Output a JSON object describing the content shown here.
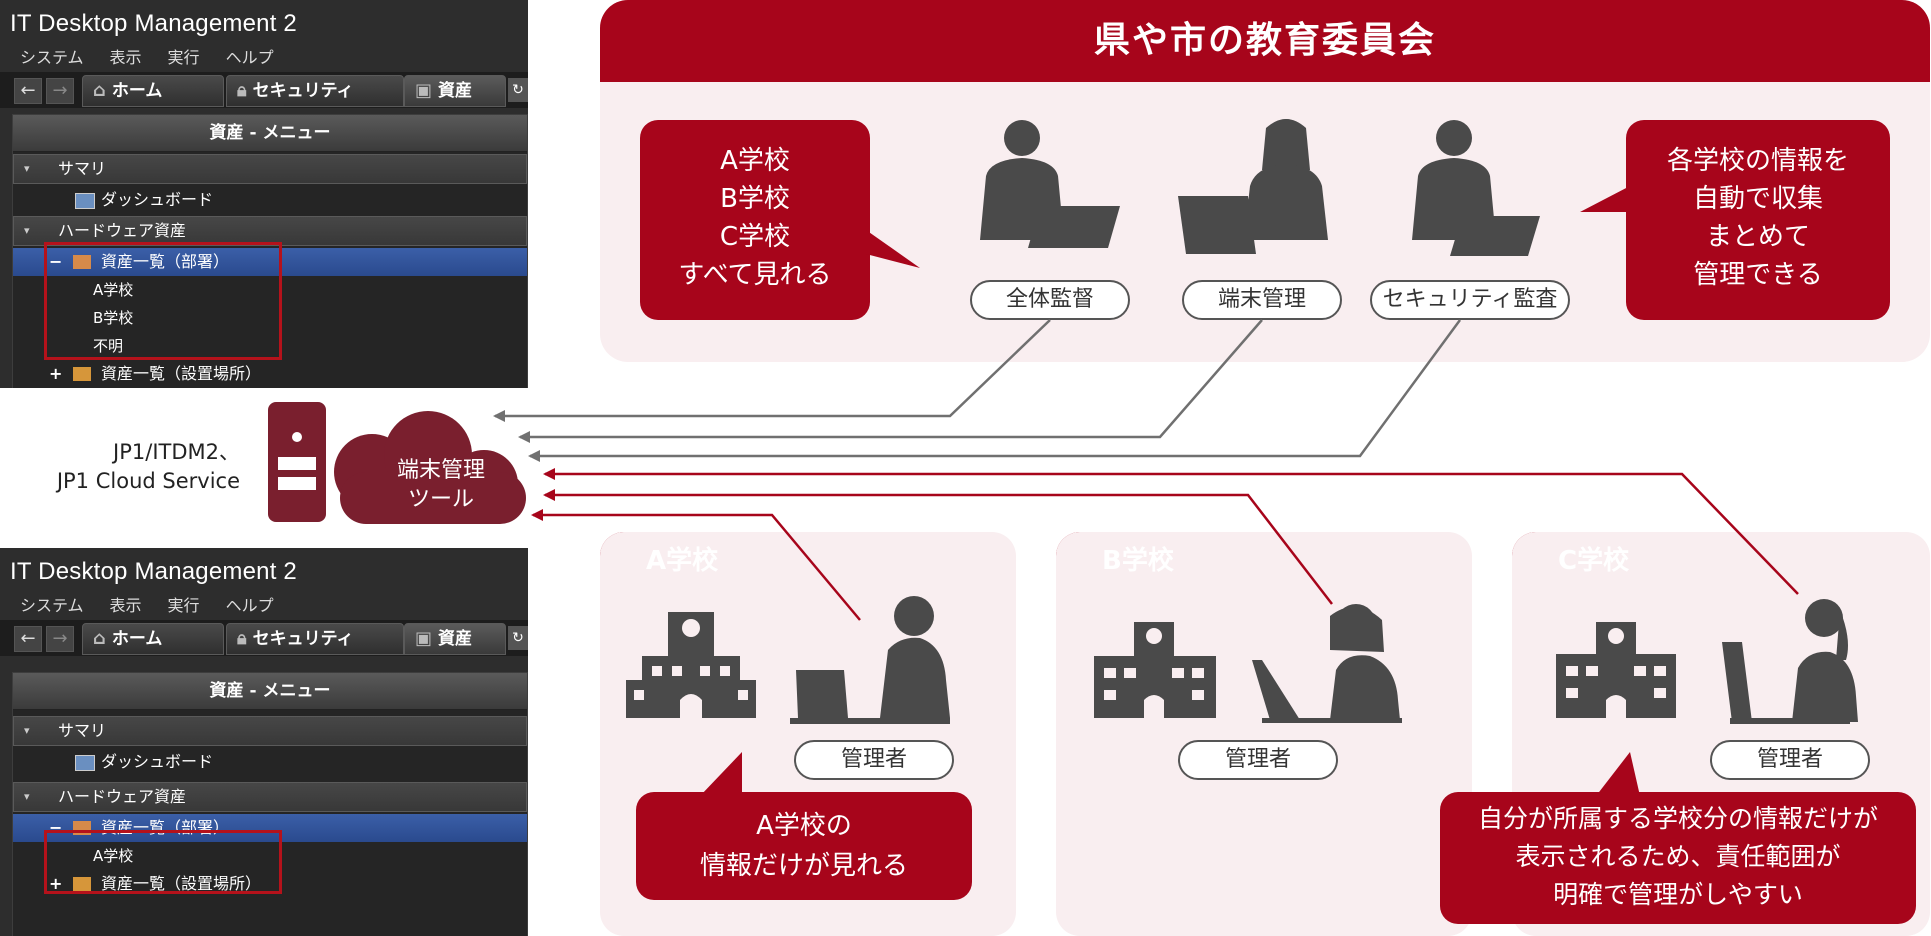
{
  "app_top": {
    "title": "IT Desktop Management 2",
    "menu": [
      "システム",
      "表示",
      "実行",
      "ヘルプ"
    ],
    "tabs": [
      "ホーム",
      "セキュリティ",
      "資産"
    ],
    "panel_title": "資産 - メニュー",
    "summary": "サマリ",
    "dashboard": "ダッシュボード",
    "hardware": "ハードウェア資産",
    "asset_dept": "資産一覧（部署）",
    "dept_items": [
      "A学校",
      "B学校",
      "不明"
    ],
    "asset_location": "資産一覧（設置場所）"
  },
  "app_bottom": {
    "title": "IT Desktop Management 2",
    "menu": [
      "システム",
      "表示",
      "実行",
      "ヘルプ"
    ],
    "tabs": [
      "ホーム",
      "セキュリティ",
      "資産"
    ],
    "panel_title": "資産 - メニュー",
    "summary": "サマリ",
    "dashboard": "ダッシュボード",
    "hardware": "ハードウェア資産",
    "asset_dept": "資産一覧（部署）",
    "dept_items": [
      "A学校"
    ],
    "asset_location": "資産一覧（設置場所）"
  },
  "tool": {
    "label_lines": [
      "JP1/ITDM2、",
      "JP1 Cloud Service"
    ],
    "cloud_lines": [
      "端末管理",
      "ツール"
    ]
  },
  "council": {
    "title": "県や市の教育委員会",
    "left_bubble": [
      "A学校",
      "B学校",
      "C学校",
      "すべて見れる"
    ],
    "right_bubble": [
      "各学校の情報を",
      "自動で収集",
      "まとめて",
      "管理できる"
    ],
    "roles": [
      "全体監督",
      "端末管理",
      "セキュリティ監査"
    ]
  },
  "schools": [
    {
      "name": "A学校",
      "role": "管理者",
      "bubble": [
        "A学校の",
        "情報だけが見れる"
      ]
    },
    {
      "name": "B学校",
      "role": "管理者"
    },
    {
      "name": "C学校",
      "role": "管理者",
      "bubble": [
        "自分が所属する学校分の情報だけが",
        "表示されるため、責任範囲が",
        "明確で管理がしやすい"
      ]
    }
  ],
  "colors": {
    "accent": "#a7051b",
    "panel_bg": "#f9eef0",
    "figure": "#4a4a4a",
    "tool": "#7a1f2e",
    "app_bg": "#2d2d2d"
  }
}
